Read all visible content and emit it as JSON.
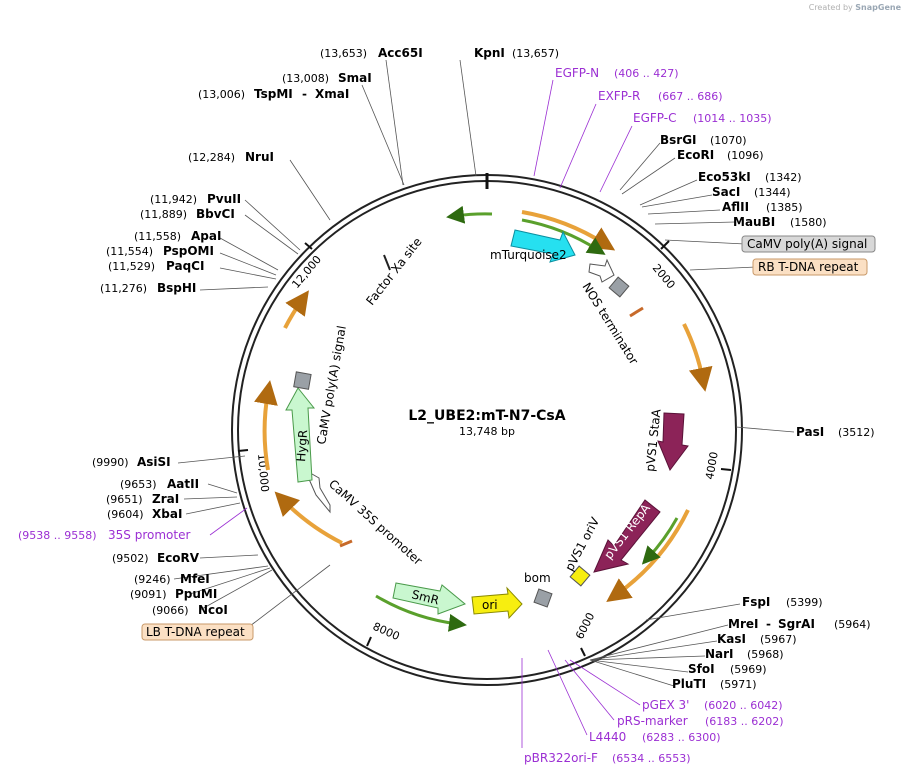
{
  "credit": {
    "prefix": "Created by",
    "brand": "SnapGene"
  },
  "plasmid": {
    "name": "L2_UBE2:mT-N7-CsA",
    "length": "13,748 bp"
  },
  "ticks": [
    "2000",
    "4000",
    "6000",
    "8000",
    "10,000",
    "12,000"
  ],
  "enzymes": [
    {
      "name": "Acc65I",
      "pos": "(13,653)"
    },
    {
      "name": "KpnI",
      "pos": "(13,657)"
    },
    {
      "name": "SmaI",
      "pos": "(13,008)"
    },
    {
      "name": "TspMI",
      "pos": "(13,006)"
    },
    {
      "name": "XmaI",
      "pos": ""
    },
    {
      "name": "NruI",
      "pos": "(12,284)"
    },
    {
      "name": "PvuII",
      "pos": "(11,942)"
    },
    {
      "name": "BbvCI",
      "pos": "(11,889)"
    },
    {
      "name": "ApaI",
      "pos": "(11,558)"
    },
    {
      "name": "PspOMI",
      "pos": "(11,554)"
    },
    {
      "name": "PaqCI",
      "pos": "(11,529)"
    },
    {
      "name": "BspHI",
      "pos": "(11,276)"
    },
    {
      "name": "BsrGI",
      "pos": "(1070)"
    },
    {
      "name": "EcoRI",
      "pos": "(1096)"
    },
    {
      "name": "Eco53kI",
      "pos": "(1342)"
    },
    {
      "name": "SacI",
      "pos": "(1344)"
    },
    {
      "name": "AflII",
      "pos": "(1385)"
    },
    {
      "name": "MauBI",
      "pos": "(1580)"
    },
    {
      "name": "PasI",
      "pos": "(3512)"
    },
    {
      "name": "FspI",
      "pos": "(5399)"
    },
    {
      "name": "MreI",
      "pos": "(5964)"
    },
    {
      "name": "SgrAI",
      "pos": ""
    },
    {
      "name": "KasI",
      "pos": "(5967)"
    },
    {
      "name": "NarI",
      "pos": "(5968)"
    },
    {
      "name": "SfoI",
      "pos": "(5969)"
    },
    {
      "name": "PluTI",
      "pos": "(5971)"
    },
    {
      "name": "AsiSI",
      "pos": "(9990)"
    },
    {
      "name": "AatII",
      "pos": "(9653)"
    },
    {
      "name": "ZraI",
      "pos": "(9651)"
    },
    {
      "name": "XbaI",
      "pos": "(9604)"
    },
    {
      "name": "EcoRV",
      "pos": "(9502)"
    },
    {
      "name": "MfeI",
      "pos": "(9246)"
    },
    {
      "name": "PpuMI",
      "pos": "(9091)"
    },
    {
      "name": "NcoI",
      "pos": "(9066)"
    }
  ],
  "primers": [
    {
      "name": "EGFP-N",
      "range": "(406 .. 427)"
    },
    {
      "name": "EXFP-R",
      "range": "(667 .. 686)"
    },
    {
      "name": "EGFP-C",
      "range": "(1014 .. 1035)"
    },
    {
      "name": "35S promoter",
      "range": "(9538 .. 9558)"
    },
    {
      "name": "pGEX 3'",
      "range": "(6020 .. 6042)"
    },
    {
      "name": "pRS-marker",
      "range": "(6183 .. 6202)"
    },
    {
      "name": "L4440",
      "range": "(6283 .. 6300)"
    },
    {
      "name": "pBR322ori-F",
      "range": "(6534 .. 6553)"
    }
  ],
  "boxed_labels": [
    "CaMV poly(A) signal",
    "RB T-DNA repeat",
    "LB T-DNA repeat"
  ],
  "feature_labels": [
    "mTurquoise2",
    "NOS terminator",
    "Factor Xa site",
    "CaMV poly(A) signal",
    "HygR",
    "CaMV 35S promoter",
    "SmR",
    "ori",
    "bom",
    "pVS1 oriV",
    "pVS1 RepA",
    "pVS1 StaA"
  ],
  "colors": {
    "ring": "#222222",
    "orf": "#e8a23a",
    "orf_green": "#5aa02c",
    "mturquoise": "#26e0f0",
    "hygr": "#c9f7cf",
    "smr": "#c9f7cf",
    "ori": "#f7ee10",
    "pvs1": "#8c2358",
    "primer": "#9b2fd3",
    "terminator": "#9aa0a6",
    "repeat_box": "#fbe0c4",
    "polya_box": "#d8d8d8"
  }
}
